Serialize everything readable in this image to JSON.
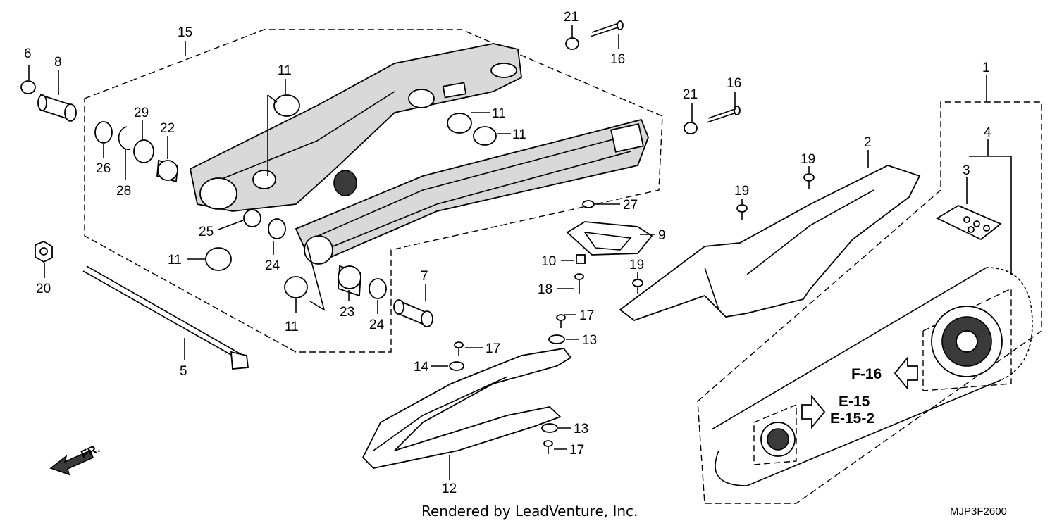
{
  "labels": {
    "p1": "1",
    "p2": "2",
    "p3": "3",
    "p4": "4",
    "p5": "5",
    "p6": "6",
    "p7": "7",
    "p8": "8",
    "p9": "9",
    "p10": "10",
    "p11a": "11",
    "p11b": "11",
    "p11c": "11",
    "p11d": "11",
    "p11e": "11",
    "p12": "12",
    "p13a": "13",
    "p13b": "13",
    "p14": "14",
    "p15": "15",
    "p16a": "16",
    "p16b": "16",
    "p17a": "17",
    "p17b": "17",
    "p17c": "17",
    "p18": "18",
    "p19a": "19",
    "p19b": "19",
    "p19c": "19",
    "p20": "20",
    "p21a": "21",
    "p21b": "21",
    "p22": "22",
    "p23": "23",
    "p24a": "24",
    "p24b": "24",
    "p25": "25",
    "p26": "26",
    "p27": "27",
    "p28": "28",
    "p29": "29"
  },
  "refs": {
    "f16": "F-16",
    "e15": "E-15",
    "e152": "E-15-2"
  },
  "direction": "FR.",
  "footer": "Rendered by LeadVenture, Inc.",
  "diagram_code": "MJP3F2600"
}
